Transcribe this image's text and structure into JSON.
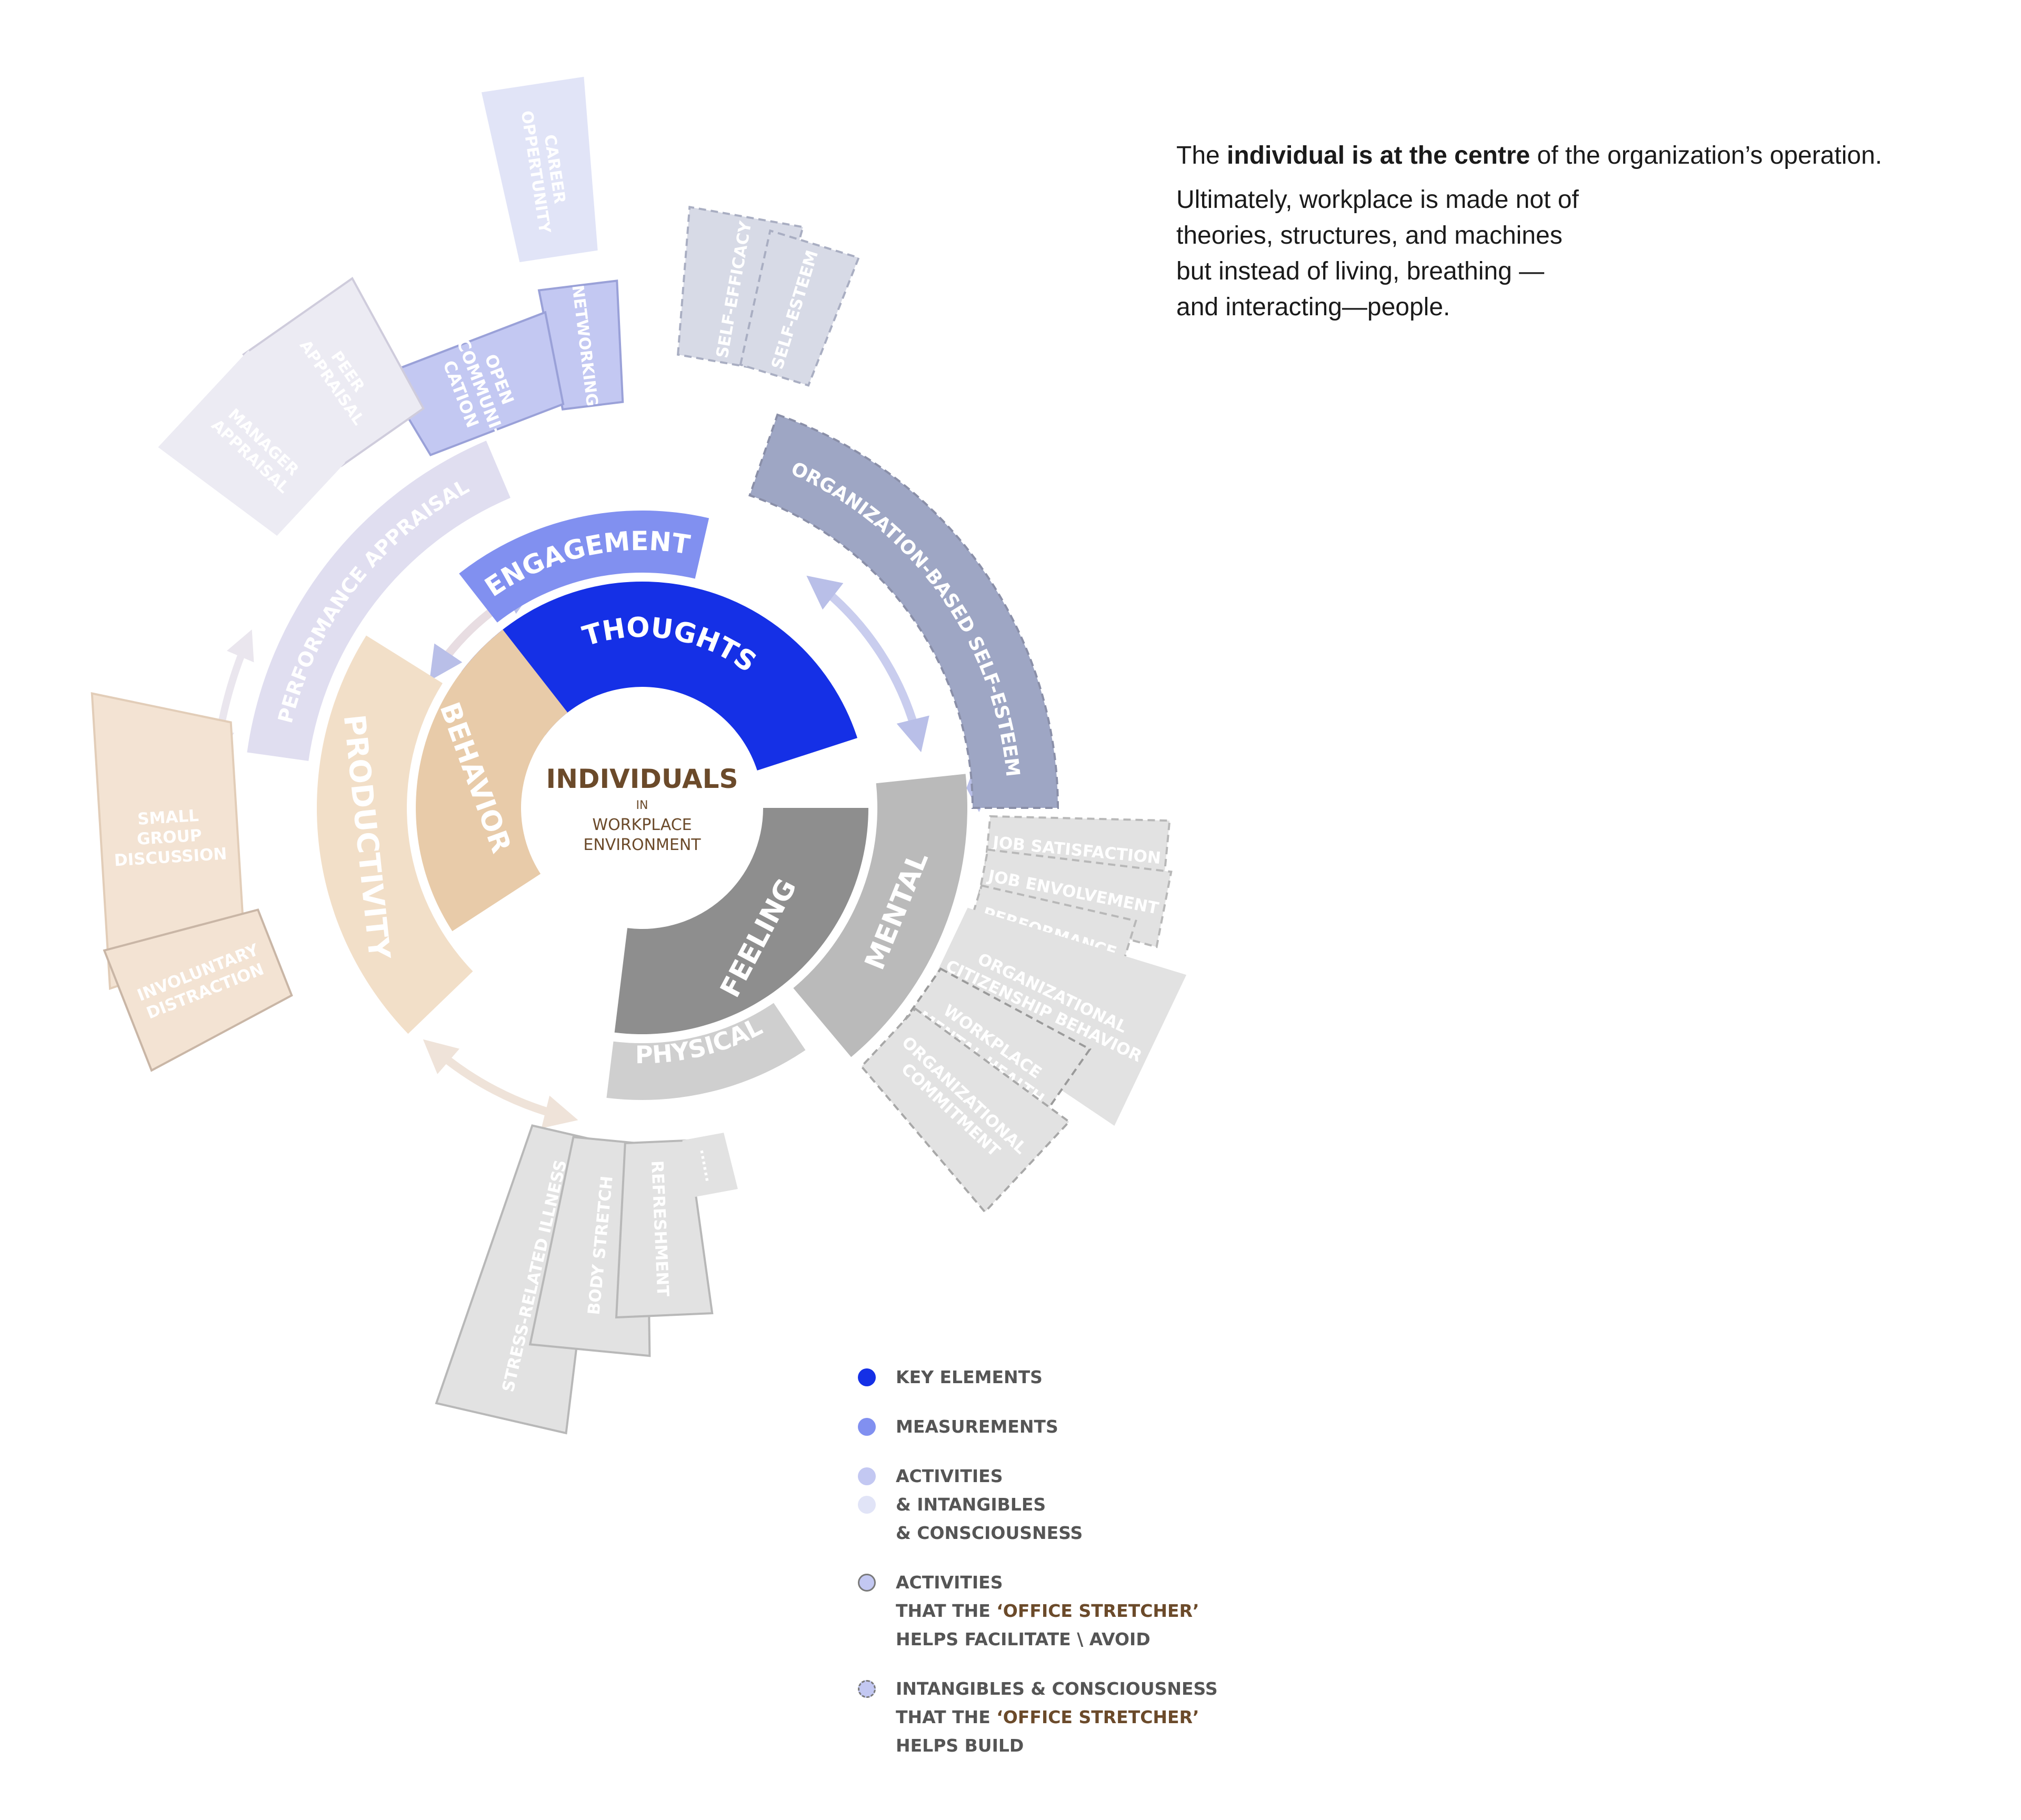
{
  "center": {
    "title": "INDIVIDUALS",
    "in": "IN",
    "line1": "WORKPLACE",
    "line2": "ENVIRONMENT"
  },
  "colors": {
    "key": "#1530e6",
    "measure": "#8190f0",
    "activity": "#c3c8f2",
    "intangible": "#e1e4f7",
    "behavior": "#e8cba9",
    "productivity": "#f2dfc8",
    "behavior_outer": "#f3e3d3",
    "feeling": "#8e8e8e",
    "mental": "#bababa",
    "physical": "#cfcfcf",
    "grey_outer": "#e2e2e2",
    "org_self_esteem": "#9ea6c4",
    "self_efficacy": "#d7dae6",
    "appraisal": "#e0def0",
    "appraisal_outer": "#ecebf3",
    "accent_text": "#6b4a2a"
  },
  "segments": {
    "thoughts": "THOUGHTS",
    "feeling": "FEELING",
    "behavior": "BEHAVIOR",
    "engagement": "ENGAGEMENT",
    "mental": "MENTAL",
    "physical": "PHYSICAL",
    "productivity": "PRODUCTIVITY",
    "performance_appraisal": "PERFORMANCE APPRAISAL",
    "org_self_esteem": "ORGANIZATION-BASED SELF-ESTEEM"
  },
  "tiles": {
    "career_opportunity": [
      "CAREER",
      "OPPERTUNITY"
    ],
    "networking": [
      "NETWORKING"
    ],
    "open_communication": [
      "OPEN",
      "COMMUNI-",
      "CATION"
    ],
    "peer_appraisal": [
      "PEER",
      "APPRAISAL"
    ],
    "manager_appraisal": [
      "MANAGER",
      "APPRAISAL"
    ],
    "self_efficacy": [
      "SELF-EFFICACY"
    ],
    "self_esteem": [
      "SELF-ESTEEM"
    ],
    "small_group_discussion": [
      "SMALL",
      "GROUP",
      "DISCUSSION"
    ],
    "involuntary_distraction": [
      "INVOLUNTARY",
      "DISTRACTION"
    ],
    "job_satisfaction": [
      "JOB SATISFACTION"
    ],
    "job_envolvement": [
      "JOB ENVOLVEMENT"
    ],
    "performance": [
      "PERFORMANCE"
    ],
    "org_citizenship": [
      "ORGANIZATIONAL",
      "CITIZENSHIP BEHAVIOR"
    ],
    "workplace_mental_health": [
      "WORKPLACE",
      "MENTAL HEALTH"
    ],
    "org_commitment": [
      "ORGANIZATIONAL",
      "COMMITMENT"
    ],
    "stress_illness": [
      "STRESS-RELATED ILLNESS"
    ],
    "body_stretch": [
      "BODY STRETCH"
    ],
    "refreshment": [
      "REFRESHMENT"
    ],
    "more": [
      "......"
    ]
  },
  "intro": {
    "lead_pre": "The ",
    "lead_bold": "individual is at the centre",
    "lead_post": " of the organization’s operation.",
    "body": "Ultimately, workplace is made not of\ntheories, structures, and machines\nbut instead of living, breathing —\nand interacting—people."
  },
  "legend": {
    "key_elements": "KEY ELEMENTS",
    "measurements": "MEASUREMENTS",
    "activities": [
      "ACTIVITIES",
      "& INTANGIBLES",
      "& CONSCIOUSNESS"
    ],
    "facilitate_1": "ACTIVITIES",
    "facilitate_2a": "THAT THE ",
    "facilitate_2b": "‘OFFICE STRETCHER’",
    "facilitate_3": "HELPS FACILITATE \\ AVOID",
    "build_1": "INTANGIBLES & CONSCIOUSNESS",
    "build_2a": "THAT THE ",
    "build_2b": "‘OFFICE STRETCHER’",
    "build_3": "HELPS BUILD"
  }
}
